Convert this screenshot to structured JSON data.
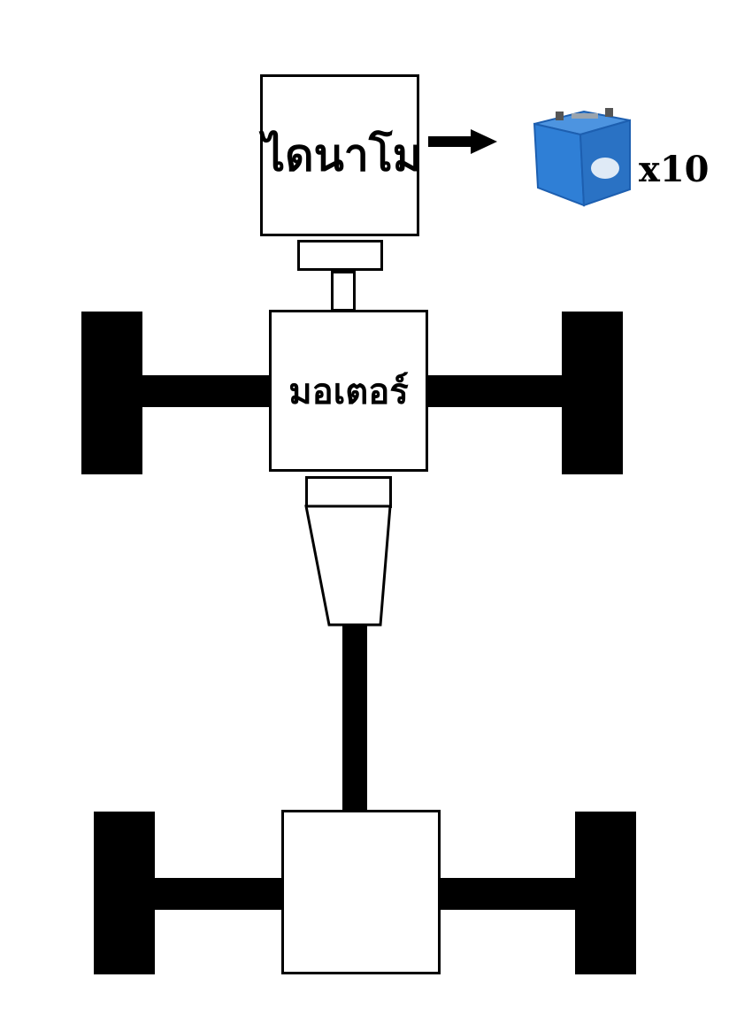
{
  "diagram": {
    "dynamo_label": "ไดนาโม",
    "motor_label": "มอเตอร์",
    "battery_count": "x10",
    "colors": {
      "line": "#000000",
      "fill": "#ffffff",
      "battery_body": "#2f7fd6",
      "battery_top": "#1d5fb0",
      "battery_terminal": "#555555"
    },
    "icons": {
      "battery": "battery-icon",
      "arrow": "arrow-right-icon"
    }
  }
}
